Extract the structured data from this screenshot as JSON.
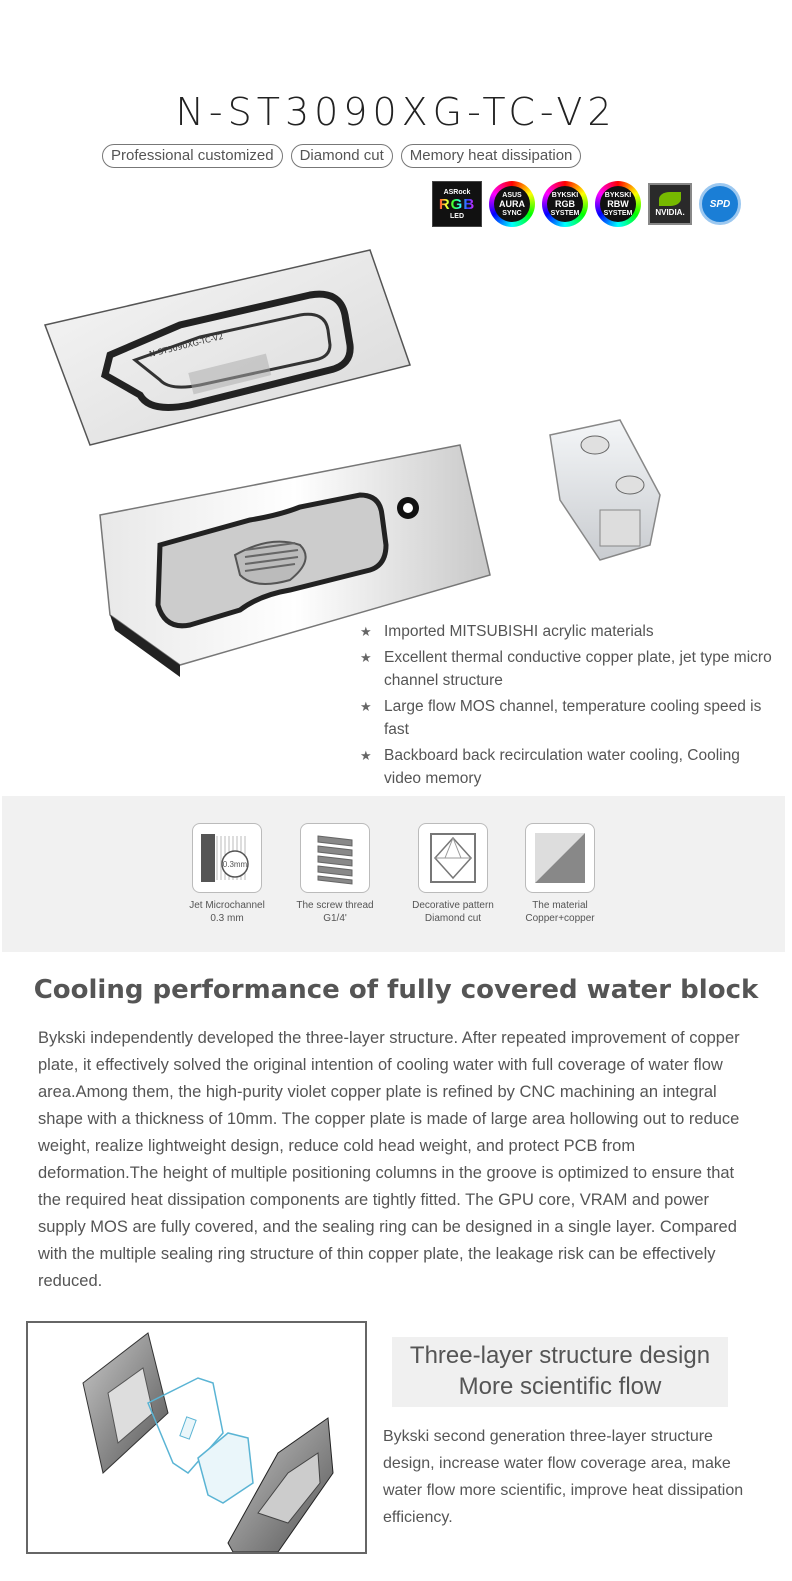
{
  "header": {
    "title": "N-ST3090XG-TC-V2",
    "tags": [
      "Professional customized",
      "Diamond cut",
      "Memory heat dissipation"
    ]
  },
  "logos": {
    "asrock": {
      "brand": "ASRock",
      "rgb": "RGB",
      "sub": "LED"
    },
    "aura": {
      "top": "ASUS",
      "big": "AURA",
      "sub": "SYNC"
    },
    "rgb_system": {
      "top": "BYKSKI",
      "big": "RGB",
      "sub": "SYSTEM"
    },
    "rbw_system": {
      "top": "BYKSKI",
      "big": "RBW",
      "sub": "SYSTEM"
    },
    "nvidia": {
      "label": "NVIDIA."
    },
    "spd": {
      "label": "SPD"
    }
  },
  "features": [
    "Imported MITSUBISHI acrylic materials",
    "Excellent thermal conductive copper plate, jet type micro channel structure",
    "Large flow MOS channel, temperature cooling speed is fast",
    "Backboard back recirculation water cooling, Cooling video memory"
  ],
  "specs": [
    {
      "line1": "Jet Microchannel",
      "line2": "0.3 mm",
      "icon_text": "0.3mm"
    },
    {
      "line1": "The screw thread",
      "line2": "G1/4'"
    },
    {
      "line1": "Decorative pattern",
      "line2": "Diamond cut"
    },
    {
      "line1": "The material",
      "line2": "Copper+copper"
    }
  ],
  "section": {
    "heading": "Cooling performance of fully covered water block",
    "body": "Bykski independently developed the three-layer structure. After repeated improvement of copper plate, it effectively solved the original intention of cooling water with full coverage of water flow area.Among them, the high-purity violet copper plate is refined by CNC machining an integral shape with a thickness of 10mm. The copper plate is made of large area hollowing out to reduce weight, realize lightweight design, reduce cold head weight, and protect PCB from deformation.The height of multiple positioning columns in the groove is optimized to ensure that the required heat dissipation components are tightly fitted. The GPU core, VRAM and power supply MOS are fully covered, and the sealing ring can be designed in a single layer. Compared with the multiple sealing ring structure of thin copper plate, the leakage risk can be effectively reduced."
  },
  "callout": {
    "line1": "Three-layer structure design",
    "line2": "More scientific flow",
    "body": "Bykski second generation three-layer structure design, increase water flow coverage area, make water flow more scientific, improve heat dissipation efficiency."
  },
  "hero_label": "N-ST3090XG-TC-V2"
}
